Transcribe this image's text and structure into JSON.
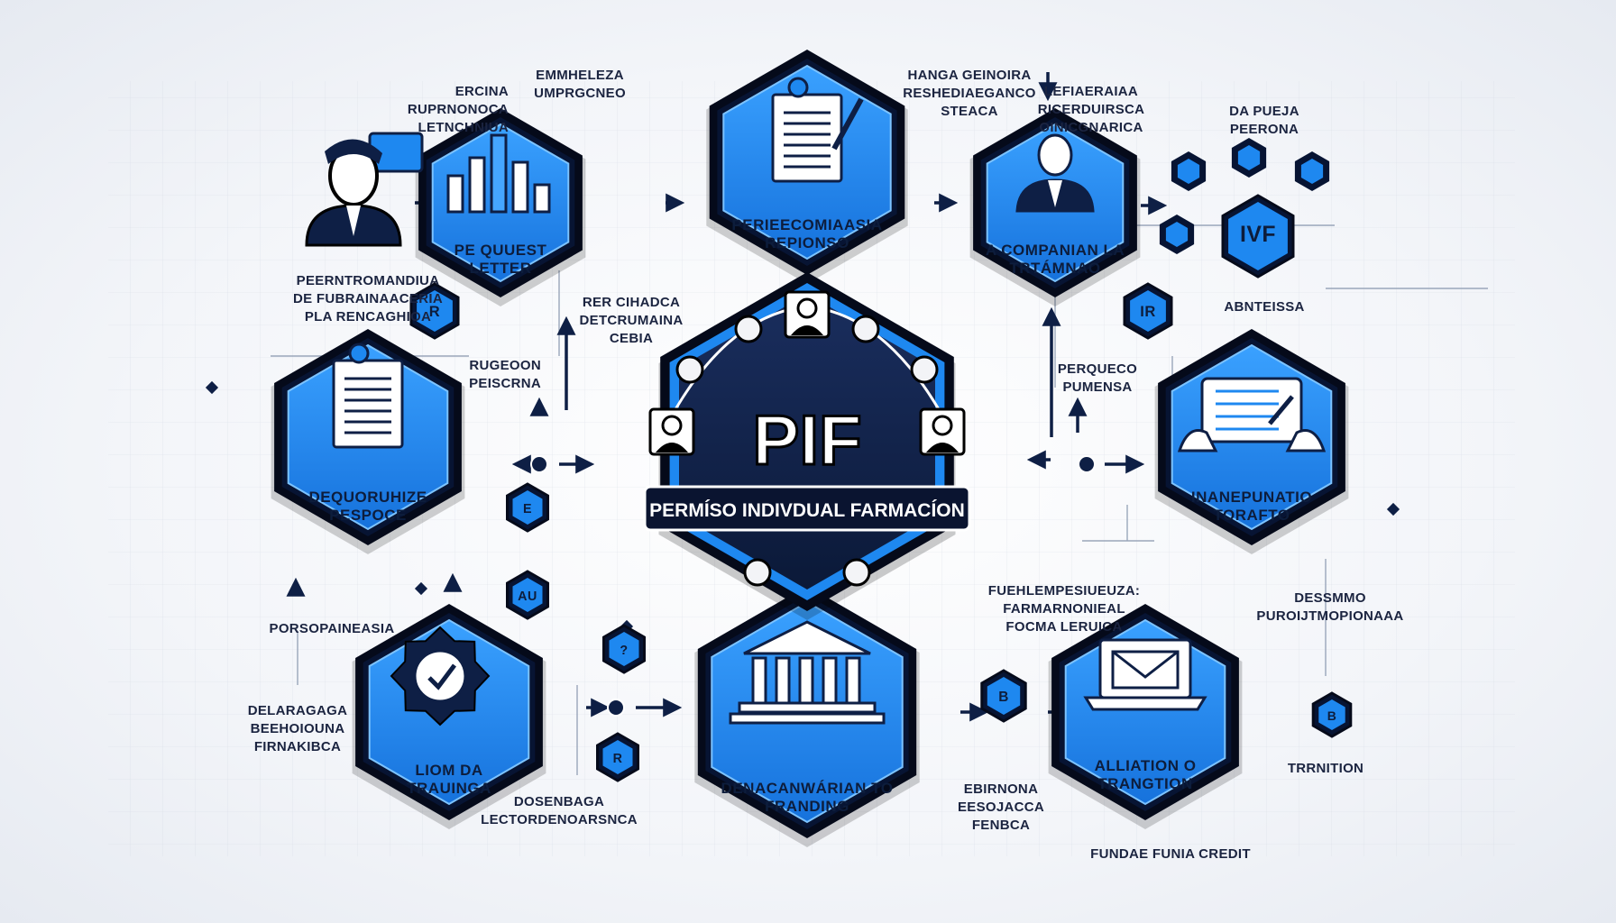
{
  "center": {
    "acronym": "PIF",
    "subtitle": "PERMÍSO INDIVDUAL FARMACÍON"
  },
  "hexagons": [
    {
      "id": "request",
      "label": [
        "PE QUUEST",
        "LETTER"
      ],
      "icon": "bar-chart-icon"
    },
    {
      "id": "response",
      "label": [
        "PERIEECOMIAASIA",
        "REPIONSO"
      ],
      "icon": "document-pen-icon"
    },
    {
      "id": "company",
      "label": [
        "A COMPANIAN LA",
        "TRTÁMNAO"
      ],
      "icon": "businessman-icon"
    },
    {
      "id": "document",
      "label": [
        "DEQUORUHIZE",
        "PESPOCE"
      ],
      "icon": "document-icon"
    },
    {
      "id": "tablet",
      "label": [
        "INANEPUNATIO",
        "TORAFTO"
      ],
      "icon": "tablet-hands-icon"
    },
    {
      "id": "training",
      "label": [
        "LIOM       DA",
        "TRAUINGA"
      ],
      "icon": "gear-check-icon"
    },
    {
      "id": "funding",
      "label": [
        "DENACANWÁRIAN TO",
        "FRANDING"
      ],
      "icon": "bank-building-icon"
    },
    {
      "id": "transition",
      "label": [
        "ALLIATION O",
        "TRANGTION"
      ],
      "icon": "laptop-envelope-icon"
    }
  ],
  "badges": [
    "R",
    "IR",
    "E",
    "AU",
    "?",
    "R",
    "B",
    "B",
    "IVF"
  ],
  "annotations": [
    {
      "id": "a1",
      "lines": [
        "EMMHELEZA",
        "UMPRGCNEO"
      ]
    },
    {
      "id": "a2",
      "lines": [
        "ERCINA",
        "RUPRNONOCA",
        "LETNCHNIUA"
      ]
    },
    {
      "id": "a3",
      "lines": [
        "HANGA GEINOIRA",
        "RESHEDIAEGANCO",
        "STEACA"
      ]
    },
    {
      "id": "a4",
      "lines": [
        "LEFIAERAIAA",
        "RICERDUIRSCA",
        "OINICGNARICA"
      ]
    },
    {
      "id": "a5",
      "lines": [
        "DA PUEJA",
        "PEERONA"
      ]
    },
    {
      "id": "a6",
      "lines": [
        "PEERNTROMANDIUA",
        "DE FUBRAINAACERIA",
        "PLA RENCAGHIOA"
      ]
    },
    {
      "id": "a7",
      "lines": [
        "RER CIHADCA",
        "DETCRUMAINA",
        "CEBIA"
      ]
    },
    {
      "id": "a8",
      "lines": [
        "RUGEOON",
        "PEISCRNA"
      ]
    },
    {
      "id": "a9",
      "lines": [
        "ABNTEISSA"
      ]
    },
    {
      "id": "a10",
      "lines": [
        "PERQUECO",
        "PUMENSA"
      ]
    },
    {
      "id": "a11",
      "lines": [
        "FUEHLEMPESIUEUZA:",
        "FARMARNONIEAL",
        "FOCMA LERUICA"
      ]
    },
    {
      "id": "a12",
      "lines": [
        "PORSOPAINEASIA"
      ]
    },
    {
      "id": "a13",
      "lines": [
        "DESSMMO",
        "PUROIJTMOPIONAAA"
      ]
    },
    {
      "id": "a14",
      "lines": [
        "DELARAGAGA",
        "BEEHOIOUNA",
        "FIRNAKIBCA"
      ]
    },
    {
      "id": "a15",
      "lines": [
        "TRRNITION"
      ]
    },
    {
      "id": "a16",
      "lines": [
        "DOSENBAGA",
        "LECTORDENOARSNCA"
      ]
    },
    {
      "id": "a17",
      "lines": [
        "EBIRNONA",
        "EESOJACCA",
        "FENBCA"
      ]
    },
    {
      "id": "a18",
      "lines": [
        "FUNDAE FUNIA CREDIT"
      ]
    }
  ],
  "colors": {
    "accent": "#1e88f0",
    "accent_light": "#45a6ff",
    "navy": "#0e1f45",
    "navy_dark": "#071433",
    "outline": "#050a1a"
  }
}
